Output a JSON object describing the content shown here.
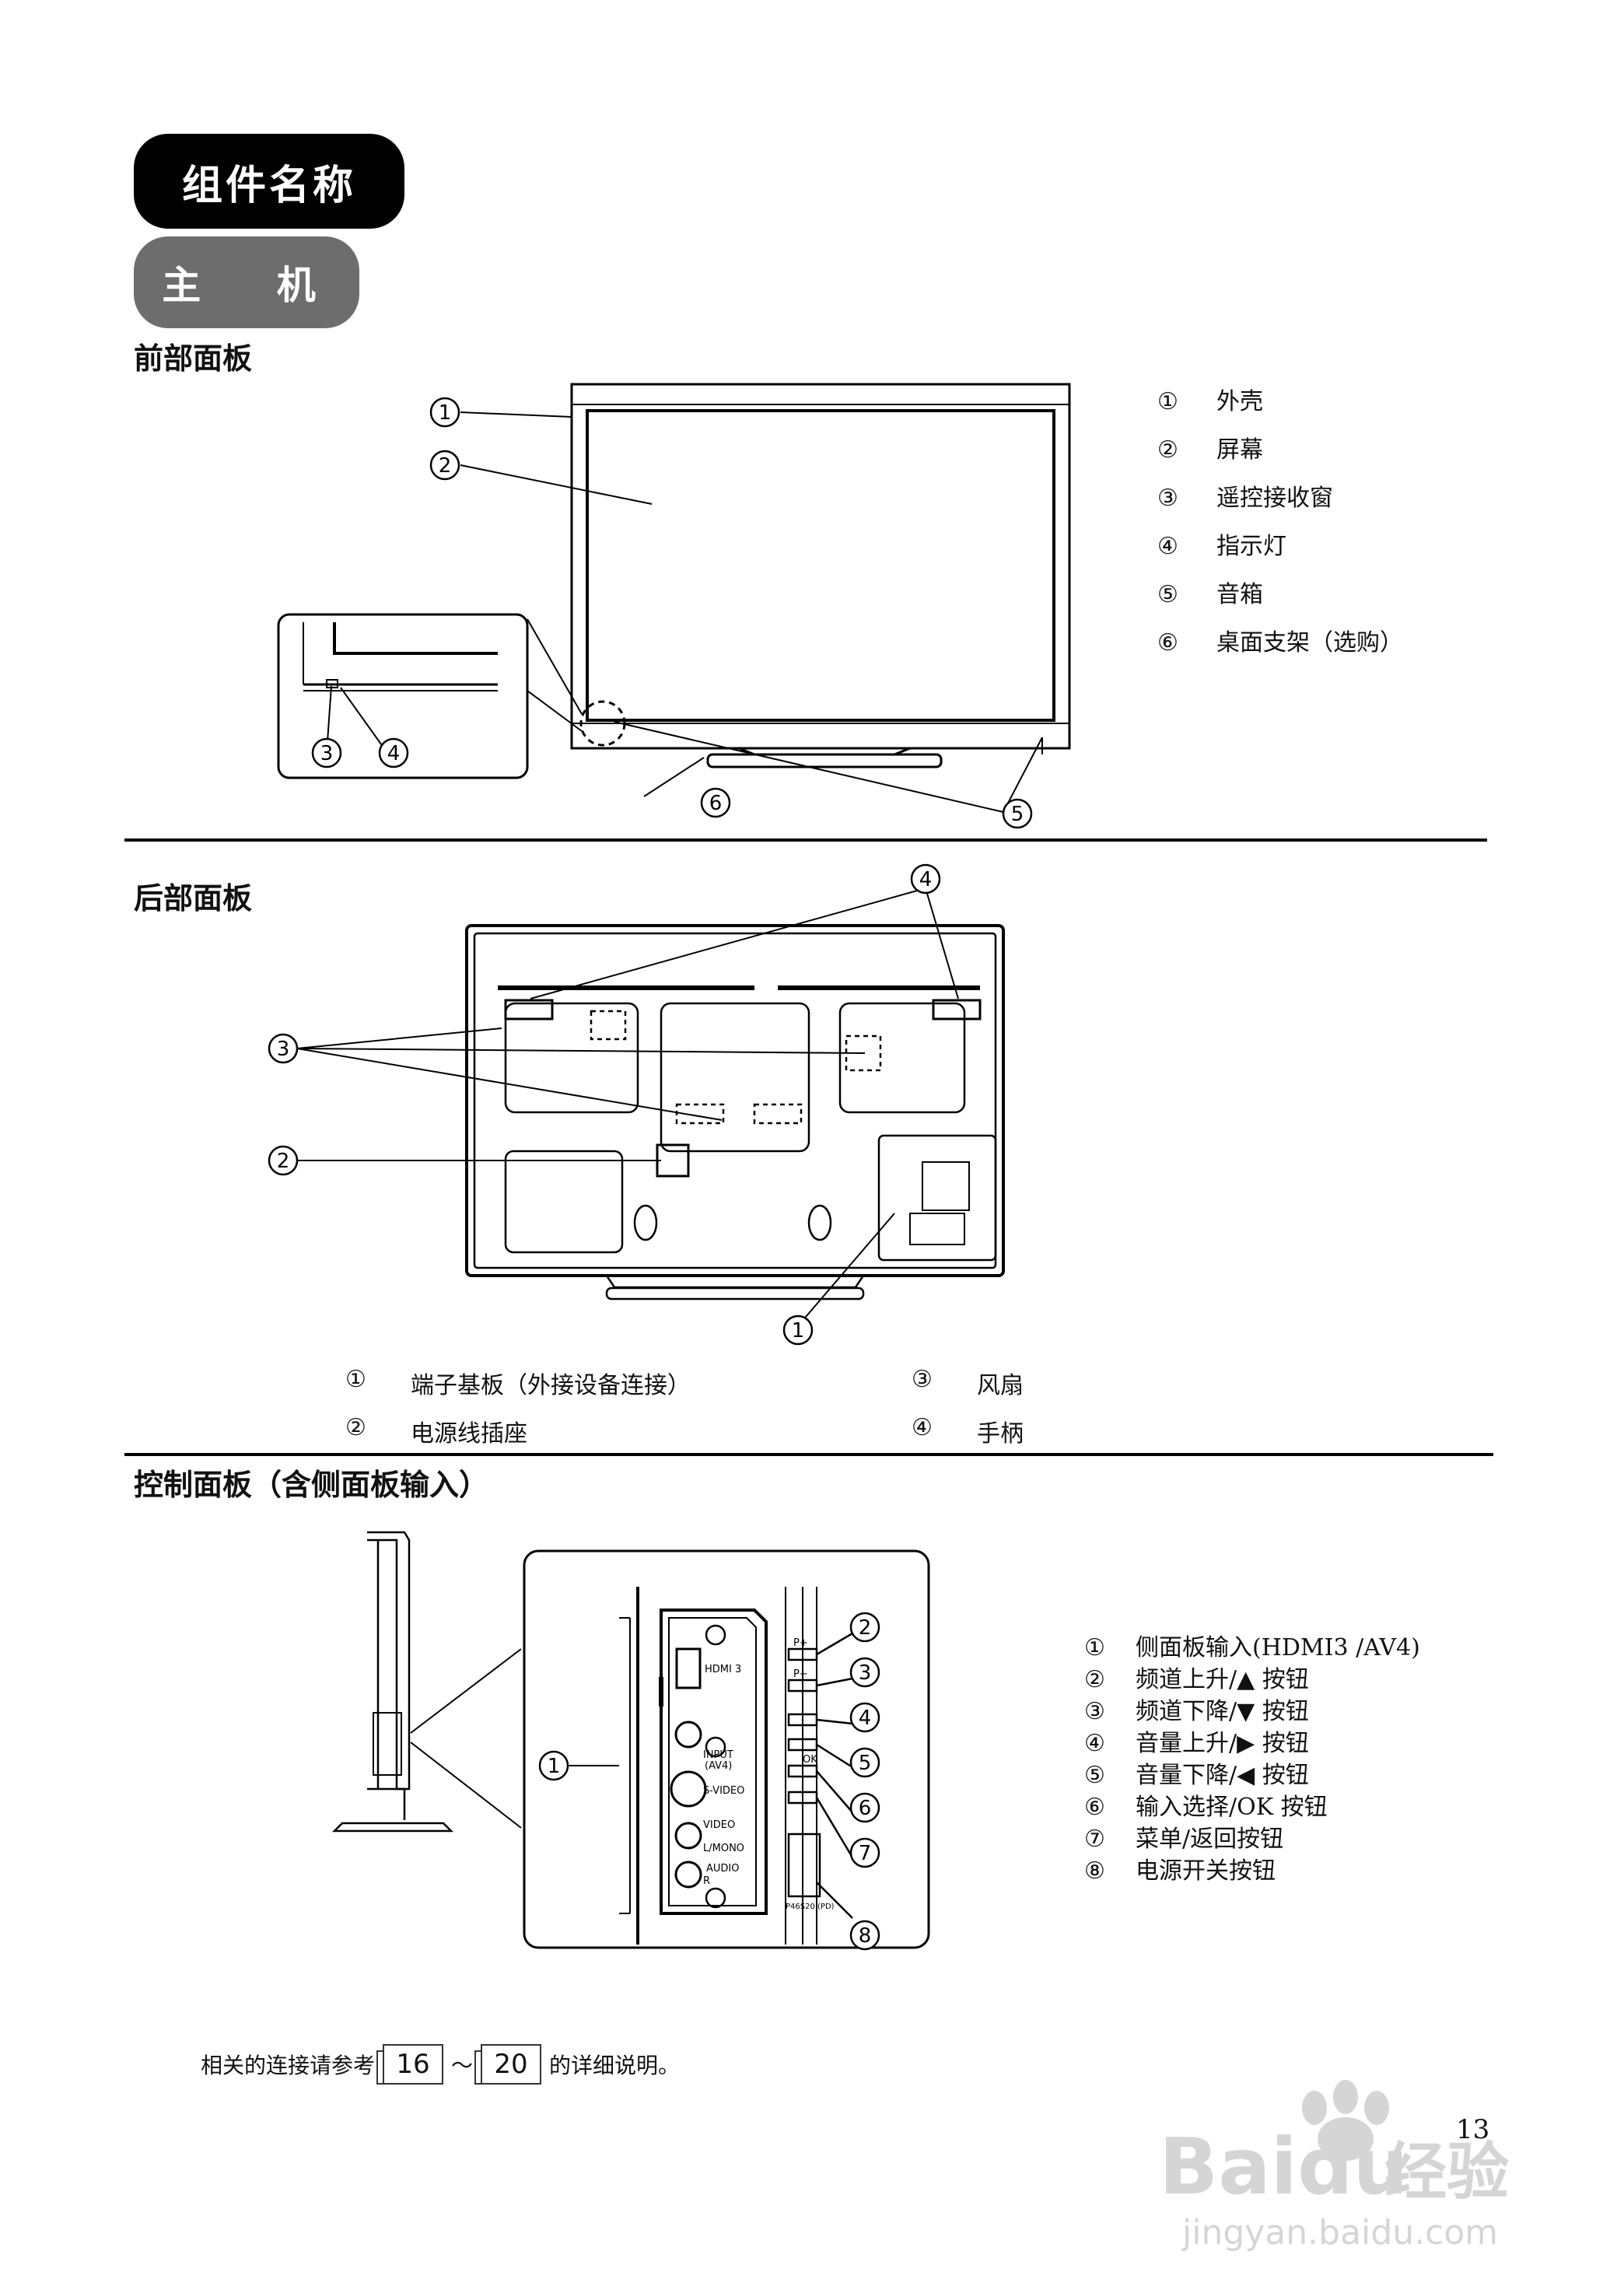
{
  "header": {
    "title": "组件名称",
    "subtitle": "主 机"
  },
  "front_panel": {
    "heading": "前部面板",
    "legend": [
      {
        "num": "①",
        "label": "外壳"
      },
      {
        "num": "②",
        "label": "屏幕"
      },
      {
        "num": "③",
        "label": "遥控接收窗"
      },
      {
        "num": "④",
        "label": "指示灯"
      },
      {
        "num": "⑤",
        "label": "音箱"
      },
      {
        "num": "⑥",
        "label": "桌面支架（选购）"
      }
    ],
    "callouts": [
      "1",
      "2",
      "3",
      "4",
      "5",
      "6"
    ]
  },
  "rear_panel": {
    "heading": "后部面板",
    "legend": [
      {
        "num": "①",
        "label": "端子基板（外接设备连接）"
      },
      {
        "num": "②",
        "label": "电源线插座"
      },
      {
        "num": "③",
        "label": "风扇"
      },
      {
        "num": "④",
        "label": "手柄"
      }
    ],
    "callouts": [
      "1",
      "2",
      "3",
      "4"
    ]
  },
  "control_panel": {
    "heading": "控制面板（含侧面板输入）",
    "legend": [
      {
        "num": "①",
        "label": "侧面板输入(HDMI3 /AV4)"
      },
      {
        "num": "②",
        "label": "频道上升/▲ 按钮"
      },
      {
        "num": "③",
        "label": "频道下降/▼ 按钮"
      },
      {
        "num": "④",
        "label": "音量上升/▶ 按钮"
      },
      {
        "num": "⑤",
        "label": "音量下降/◀ 按钮"
      },
      {
        "num": "⑥",
        "label": "输入选择/OK 按钮"
      },
      {
        "num": "⑦",
        "label": "菜单/返回按钮"
      },
      {
        "num": "⑧",
        "label": "电源开关按钮"
      }
    ],
    "panel_labels": {
      "hdmi": "HDMI 3",
      "input": "INPUT",
      "av4": "(AV4)",
      "svideo": "S-VIDEO",
      "video": "VIDEO",
      "lmono": "L/MONO",
      "audio": "AUDIO",
      "r": "R",
      "p_plus": "P+",
      "p_minus": "P−",
      "ok": "OK",
      "model": "P46S20 (PD)"
    },
    "callouts": [
      "1",
      "2",
      "3",
      "4",
      "5",
      "6",
      "7",
      "8"
    ]
  },
  "footer": {
    "prefix": "相关的连接请参考",
    "page_from": "16",
    "tilde": "～",
    "page_to": "20",
    "suffix": "的详细说明。",
    "page_number": "13"
  },
  "watermark": {
    "brand": "Baidu",
    "brand_cn": "经验",
    "url": "jingyan.baidu.com"
  }
}
